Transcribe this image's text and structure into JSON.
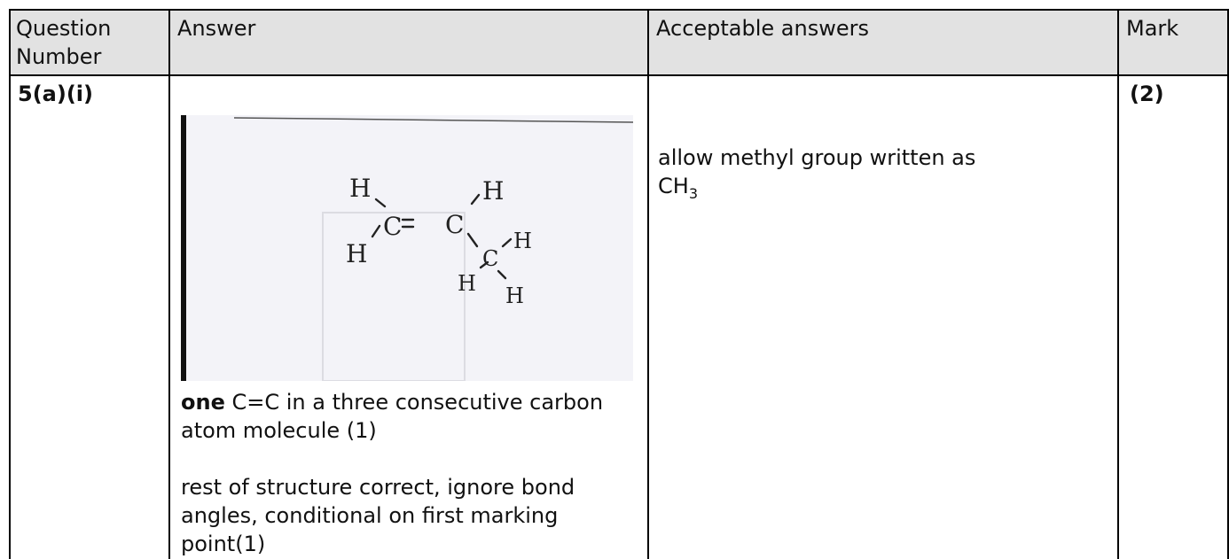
{
  "headers": {
    "question_number": "Question Number",
    "answer": "Answer",
    "acceptable": "Acceptable answers",
    "mark": "Mark"
  },
  "row": {
    "question": "5(a)(i)",
    "mark": "(2)",
    "answer": {
      "p1_bold": "one",
      "p1_rest": " C=C in a three consecutive carbon atom molecule (1)",
      "p2": "rest of structure correct, ignore bond angles, conditional on first marking point(1)"
    },
    "acceptable": {
      "line1": "allow methyl group written as",
      "formula_main": "CH",
      "formula_sub": "3"
    }
  },
  "molecule": {
    "atoms": [
      "H",
      "C",
      "C",
      "H",
      "H",
      "C",
      "H",
      "H",
      "H"
    ],
    "double_bond": "="
  }
}
